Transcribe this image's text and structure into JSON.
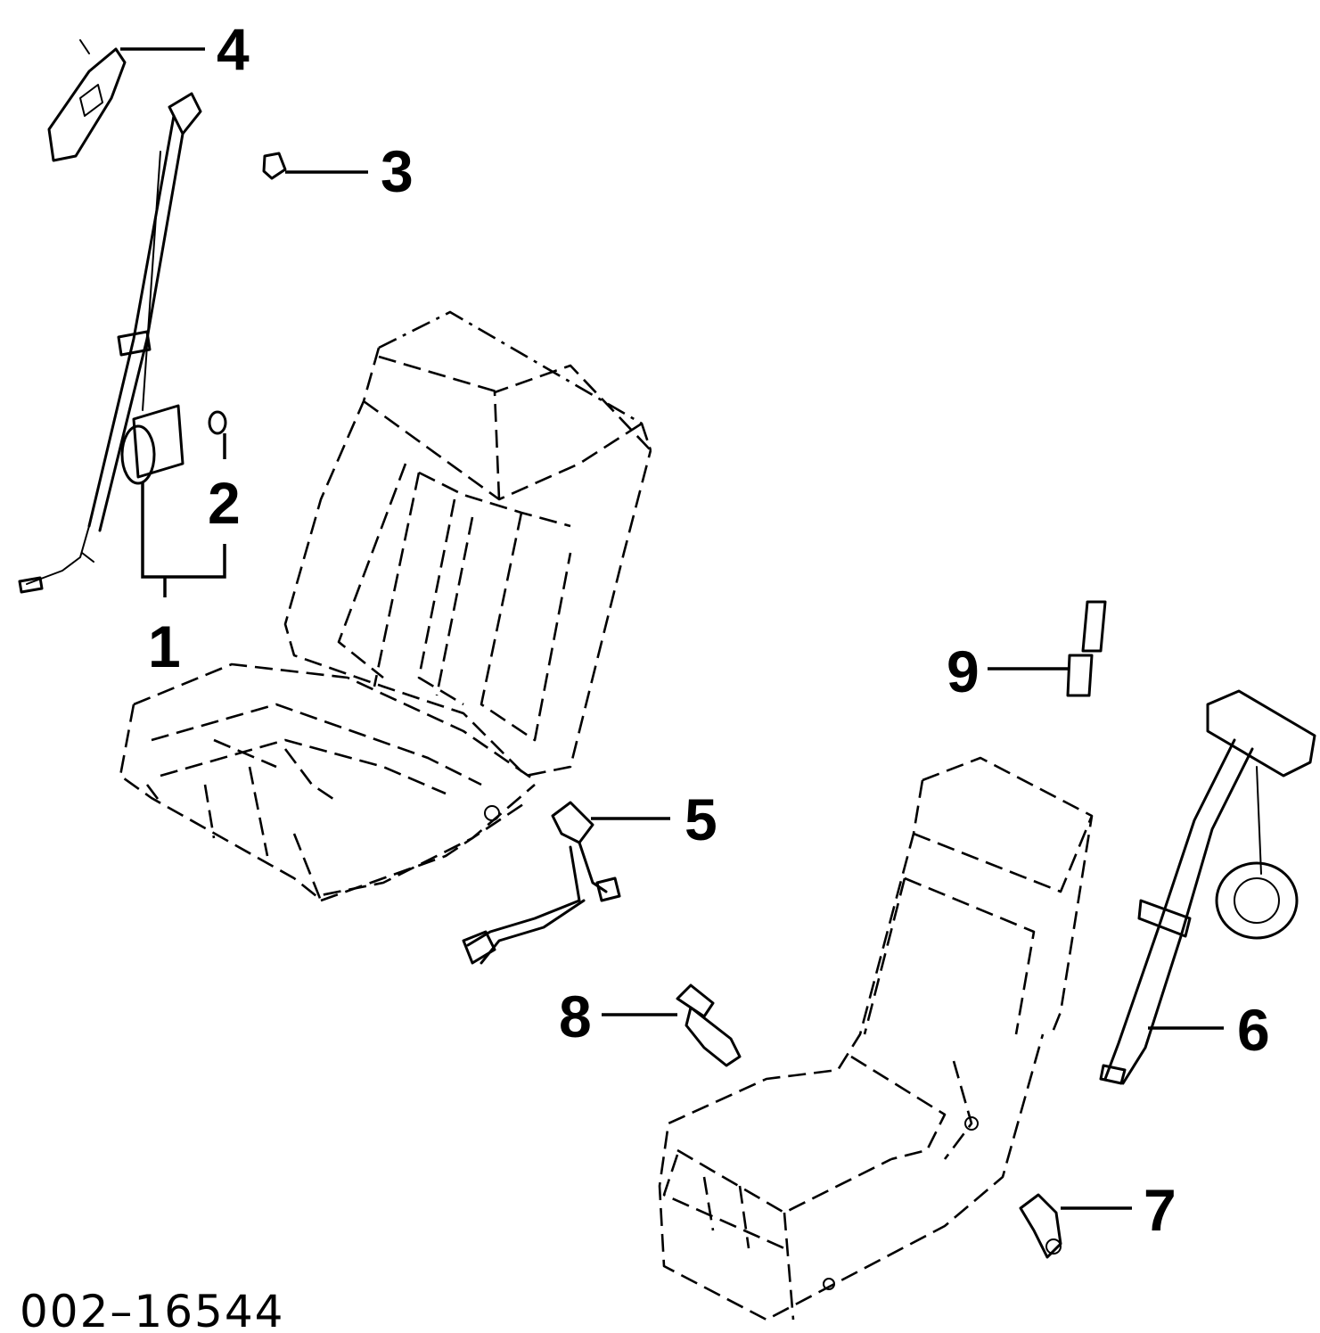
{
  "diagram": {
    "document_number": "002–16544",
    "callouts": [
      "1",
      "2",
      "3",
      "4",
      "5",
      "6",
      "7",
      "8",
      "9"
    ]
  }
}
